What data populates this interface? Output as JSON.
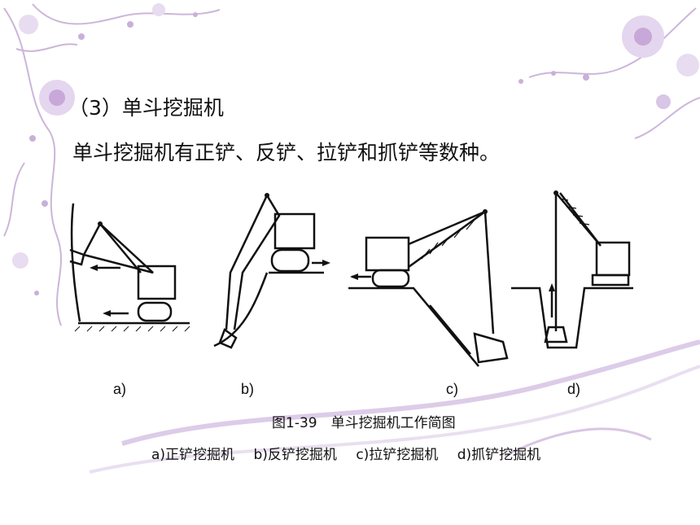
{
  "heading": "（3）单斗挖掘机",
  "body_text": "单斗挖掘机有正铲、反铲、拉铲和抓铲等数种。",
  "figure_labels": [
    "a)",
    "b)",
    "c)",
    "d)"
  ],
  "caption": "图1-39　单斗挖掘机工作简图",
  "subcaptions": [
    "a)正铲挖掘机",
    "b)反铲挖掘机",
    "c)拉铲挖掘机",
    "d)抓铲挖掘机"
  ],
  "colors": {
    "ornament": "#b79ac8",
    "ornament_light": "#e4d6ee",
    "line": "#111111"
  }
}
